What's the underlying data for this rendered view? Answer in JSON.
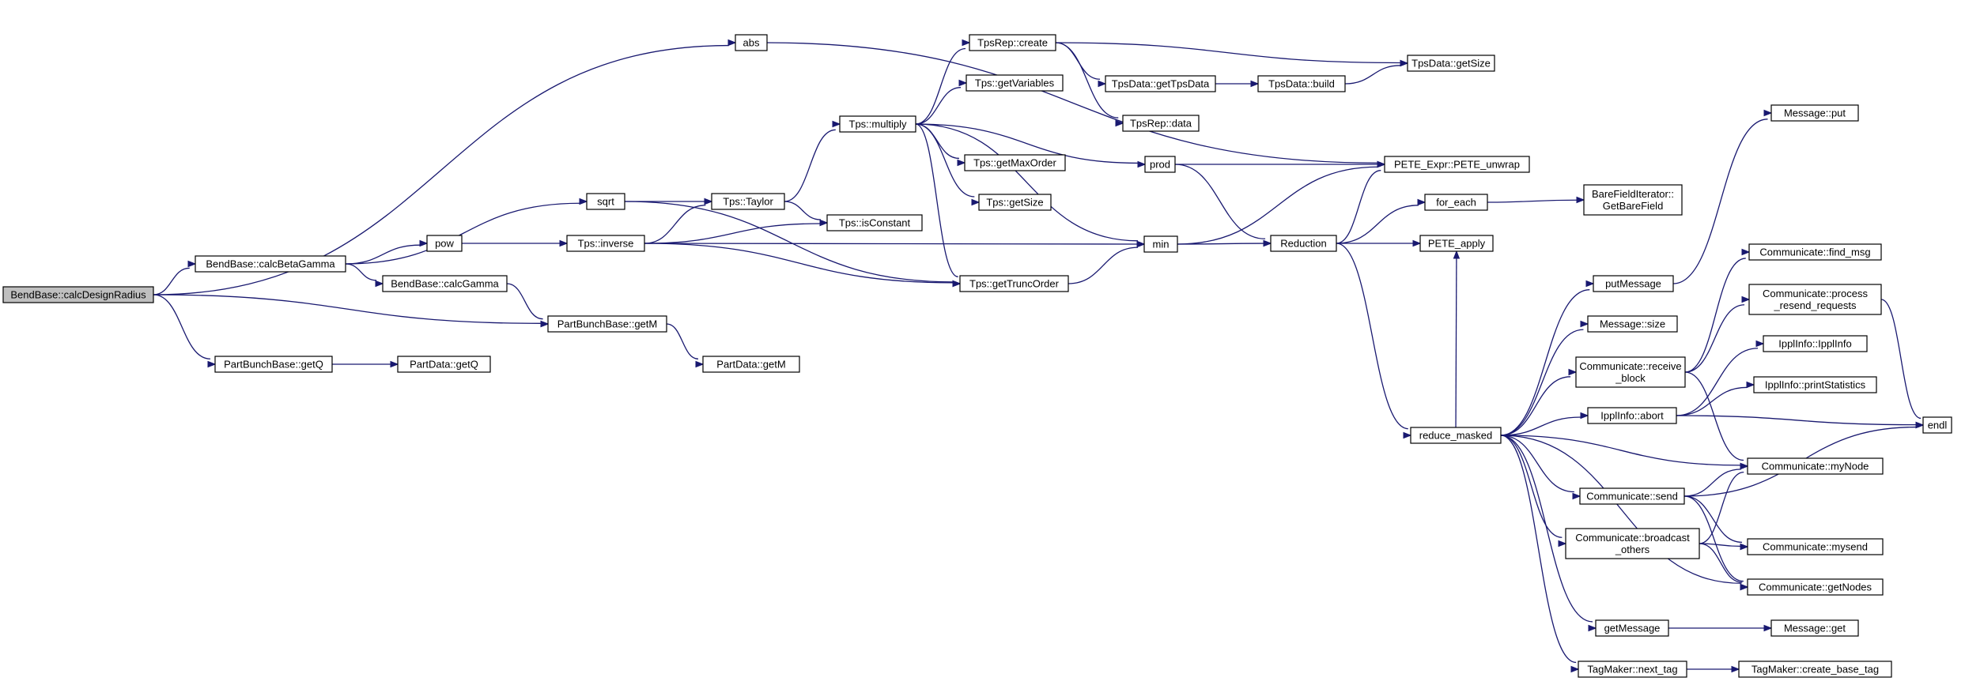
{
  "colors": {
    "edge": "#191970",
    "node_border": "#000000",
    "node_border_incomplete": "#ff0000",
    "root_fill": "#bfbfbf",
    "node_fill": "#ffffff"
  },
  "nodes": [
    {
      "id": "root",
      "lines": [
        "BendBase::calcDesignRadius"
      ],
      "root": true
    },
    {
      "id": "abs",
      "lines": [
        "abs"
      ]
    },
    {
      "id": "calcBetaGamma",
      "lines": [
        "BendBase::calcBetaGamma"
      ]
    },
    {
      "id": "partGetQ",
      "lines": [
        "PartBunchBase::getQ"
      ]
    },
    {
      "id": "sqrt",
      "lines": [
        "sqrt"
      ]
    },
    {
      "id": "pow",
      "lines": [
        "pow"
      ]
    },
    {
      "id": "calcGamma",
      "lines": [
        "BendBase::calcGamma"
      ]
    },
    {
      "id": "partGetM",
      "lines": [
        "PartBunchBase::getM"
      ]
    },
    {
      "id": "dataGetQ",
      "lines": [
        "PartData::getQ"
      ]
    },
    {
      "id": "dataGetM",
      "lines": [
        "PartData::getM"
      ]
    },
    {
      "id": "taylor",
      "lines": [
        "Tps::Taylor"
      ]
    },
    {
      "id": "inverse",
      "lines": [
        "Tps::inverse"
      ]
    },
    {
      "id": "isConstant",
      "lines": [
        "Tps::isConstant"
      ]
    },
    {
      "id": "multiply",
      "lines": [
        "Tps::multiply"
      ]
    },
    {
      "id": "repCreate",
      "lines": [
        "TpsRep::create"
      ]
    },
    {
      "id": "getVariables",
      "lines": [
        "Tps::getVariables"
      ]
    },
    {
      "id": "getMaxOrder",
      "lines": [
        "Tps::getMaxOrder"
      ]
    },
    {
      "id": "tpsGetSize",
      "lines": [
        "Tps::getSize"
      ]
    },
    {
      "id": "getTruncOrder",
      "lines": [
        "Tps::getTruncOrder"
      ]
    },
    {
      "id": "getTpsData",
      "lines": [
        "TpsData::getTpsData"
      ]
    },
    {
      "id": "repData",
      "lines": [
        "TpsRep::data"
      ]
    },
    {
      "id": "prod",
      "lines": [
        "prod"
      ]
    },
    {
      "id": "min",
      "lines": [
        "min"
      ]
    },
    {
      "id": "build",
      "lines": [
        "TpsData::build"
      ],
      "incomplete": true
    },
    {
      "id": "dataGetSize",
      "lines": [
        "TpsData::getSize"
      ]
    },
    {
      "id": "peteUnwrap",
      "lines": [
        "PETE_Expr::PETE_unwrap"
      ]
    },
    {
      "id": "reduction",
      "lines": [
        "Reduction"
      ]
    },
    {
      "id": "forEach",
      "lines": [
        "for_each"
      ]
    },
    {
      "id": "bareField",
      "lines": [
        "BareFieldIterator::",
        "GetBareField"
      ]
    },
    {
      "id": "peteApply",
      "lines": [
        "PETE_apply"
      ]
    },
    {
      "id": "reduceMasked",
      "lines": [
        "reduce_masked"
      ]
    },
    {
      "id": "putMessage",
      "lines": [
        "putMessage"
      ]
    },
    {
      "id": "msgSize",
      "lines": [
        "Message::size"
      ]
    },
    {
      "id": "receiveBlock",
      "lines": [
        "Communicate::receive",
        "_block"
      ],
      "incomplete": true
    },
    {
      "id": "abort",
      "lines": [
        "IpplInfo::abort"
      ]
    },
    {
      "id": "send",
      "lines": [
        "Communicate::send"
      ],
      "incomplete": true
    },
    {
      "id": "broadcast",
      "lines": [
        "Communicate::broadcast",
        "_others"
      ]
    },
    {
      "id": "getMessage",
      "lines": [
        "getMessage"
      ]
    },
    {
      "id": "nextTag",
      "lines": [
        "TagMaker::next_tag"
      ]
    },
    {
      "id": "msgPut",
      "lines": [
        "Message::put"
      ]
    },
    {
      "id": "findMsg",
      "lines": [
        "Communicate::find_msg"
      ]
    },
    {
      "id": "processResend",
      "lines": [
        "Communicate::process",
        "_resend_requests"
      ],
      "incomplete": true
    },
    {
      "id": "ipplInfoCtor",
      "lines": [
        "IpplInfo::IpplInfo"
      ]
    },
    {
      "id": "printStats",
      "lines": [
        "IpplInfo::printStatistics"
      ],
      "incomplete": true
    },
    {
      "id": "myNode",
      "lines": [
        "Communicate::myNode"
      ]
    },
    {
      "id": "mysend",
      "lines": [
        "Communicate::mysend"
      ]
    },
    {
      "id": "getNodes",
      "lines": [
        "Communicate::getNodes"
      ]
    },
    {
      "id": "msgGet",
      "lines": [
        "Message::get"
      ],
      "incomplete": true
    },
    {
      "id": "createBaseTag",
      "lines": [
        "TagMaker::create_base_tag"
      ]
    },
    {
      "id": "endl",
      "lines": [
        "endl"
      ],
      "incomplete": true
    }
  ],
  "edges": [
    [
      "root",
      "abs"
    ],
    [
      "root",
      "calcBetaGamma"
    ],
    [
      "root",
      "partGetM"
    ],
    [
      "root",
      "partGetQ"
    ],
    [
      "abs",
      "peteUnwrap"
    ],
    [
      "calcBetaGamma",
      "sqrt"
    ],
    [
      "calcBetaGamma",
      "pow"
    ],
    [
      "calcBetaGamma",
      "calcGamma"
    ],
    [
      "calcGamma",
      "partGetM"
    ],
    [
      "partGetM",
      "dataGetM"
    ],
    [
      "partGetQ",
      "dataGetQ"
    ],
    [
      "sqrt",
      "taylor"
    ],
    [
      "sqrt",
      "getTruncOrder"
    ],
    [
      "pow",
      "inverse"
    ],
    [
      "inverse",
      "taylor"
    ],
    [
      "inverse",
      "isConstant"
    ],
    [
      "inverse",
      "getTruncOrder"
    ],
    [
      "inverse",
      "min"
    ],
    [
      "taylor",
      "multiply"
    ],
    [
      "taylor",
      "isConstant"
    ],
    [
      "multiply",
      "repCreate"
    ],
    [
      "multiply",
      "getVariables"
    ],
    [
      "multiply",
      "getMaxOrder"
    ],
    [
      "multiply",
      "tpsGetSize"
    ],
    [
      "multiply",
      "getTruncOrder"
    ],
    [
      "multiply",
      "prod"
    ],
    [
      "multiply",
      "min"
    ],
    [
      "repCreate",
      "dataGetSize"
    ],
    [
      "repCreate",
      "getTpsData"
    ],
    [
      "repCreate",
      "repData"
    ],
    [
      "getTpsData",
      "build"
    ],
    [
      "build",
      "dataGetSize"
    ],
    [
      "prod",
      "peteUnwrap"
    ],
    [
      "prod",
      "reduction"
    ],
    [
      "getTruncOrder",
      "min"
    ],
    [
      "min",
      "peteUnwrap"
    ],
    [
      "min",
      "reduction"
    ],
    [
      "reduction",
      "peteUnwrap"
    ],
    [
      "reduction",
      "forEach"
    ],
    [
      "reduction",
      "peteApply"
    ],
    [
      "reduction",
      "reduceMasked"
    ],
    [
      "forEach",
      "bareField"
    ],
    [
      "reduceMasked",
      "peteApply"
    ],
    [
      "reduceMasked",
      "putMessage"
    ],
    [
      "reduceMasked",
      "msgSize"
    ],
    [
      "reduceMasked",
      "receiveBlock"
    ],
    [
      "reduceMasked",
      "abort"
    ],
    [
      "reduceMasked",
      "myNode"
    ],
    [
      "reduceMasked",
      "send"
    ],
    [
      "reduceMasked",
      "broadcast"
    ],
    [
      "reduceMasked",
      "getNodes"
    ],
    [
      "reduceMasked",
      "getMessage"
    ],
    [
      "reduceMasked",
      "nextTag"
    ],
    [
      "putMessage",
      "msgPut"
    ],
    [
      "receiveBlock",
      "findMsg"
    ],
    [
      "receiveBlock",
      "processResend"
    ],
    [
      "receiveBlock",
      "myNode"
    ],
    [
      "processResend",
      "endl"
    ],
    [
      "abort",
      "ipplInfoCtor"
    ],
    [
      "abort",
      "printStats"
    ],
    [
      "abort",
      "endl"
    ],
    [
      "send",
      "myNode"
    ],
    [
      "send",
      "mysend"
    ],
    [
      "send",
      "getNodes"
    ],
    [
      "send",
      "endl"
    ],
    [
      "broadcast",
      "myNode"
    ],
    [
      "broadcast",
      "mysend"
    ],
    [
      "broadcast",
      "getNodes"
    ],
    [
      "getMessage",
      "msgGet"
    ],
    [
      "nextTag",
      "createBaseTag"
    ]
  ]
}
